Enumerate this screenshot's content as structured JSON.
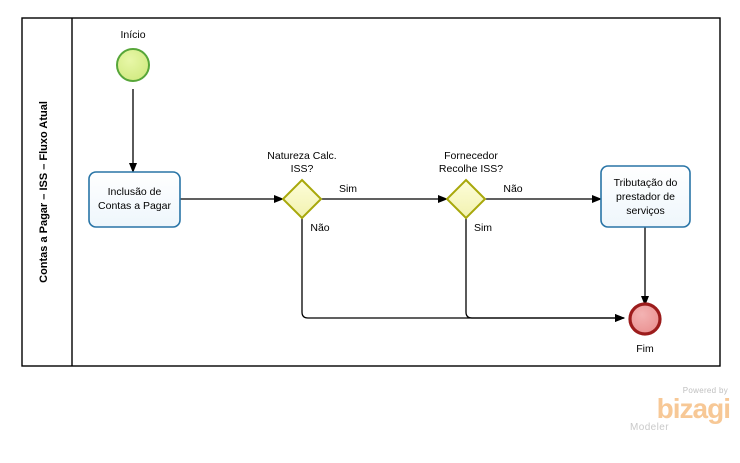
{
  "pool": {
    "lane_label": "Contas a Pagar – ISS – Fluxo Atual"
  },
  "events": {
    "start": {
      "label": "Início",
      "fill": "#d6ef8c",
      "stroke": "#57a639"
    },
    "end": {
      "label": "Fim",
      "fill": "#ef9a9a",
      "stroke": "#9c1c1c"
    }
  },
  "tasks": [
    {
      "id": "task-inclusao",
      "lines": [
        "Inclusão de",
        "Contas a Pagar"
      ],
      "fill": "#f6fbfe",
      "stroke": "#2874a6"
    },
    {
      "id": "task-tributacao",
      "lines": [
        "Tributação do",
        "prestador de",
        "serviços"
      ],
      "fill": "#f6fbfe",
      "stroke": "#2874a6"
    }
  ],
  "gateways": [
    {
      "id": "gw-natureza",
      "lines": [
        "Natureza Calc.",
        "ISS?"
      ],
      "fill": "#fafad2",
      "stroke": "#a8a80b"
    },
    {
      "id": "gw-fornecedor",
      "lines": [
        "Fornecedor",
        "Recolhe ISS?"
      ],
      "fill": "#fafad2",
      "stroke": "#a8a80b"
    }
  ],
  "flow_labels": {
    "gw1_right": "Sim",
    "gw1_down": "Não",
    "gw2_right": "Não",
    "gw2_down": "Sim"
  },
  "branding": {
    "powered_by": "Powered by",
    "wordmark": "bizagi",
    "product": "Modeler",
    "wordmark_color": "#f7c896",
    "text_color": "#c4c4c4"
  }
}
